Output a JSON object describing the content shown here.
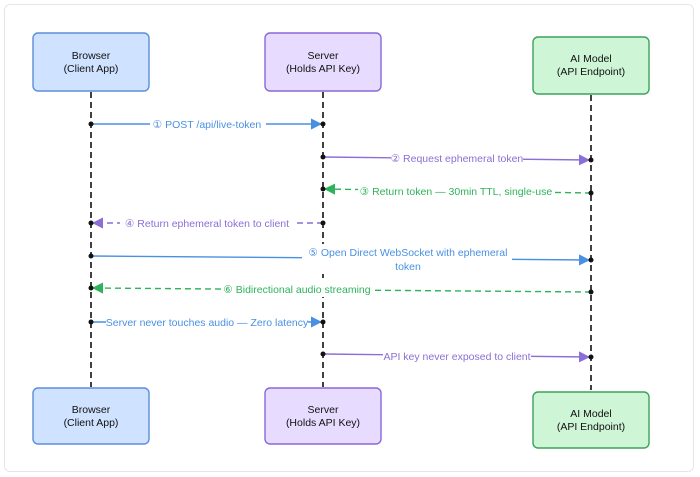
{
  "actors": [
    {
      "id": "browser",
      "line1": "Browser",
      "line2": "(Client App)",
      "fill": "#cfe2ff",
      "stroke": "#5b8fd9"
    },
    {
      "id": "server",
      "line1": "Server",
      "line2": "(Holds API Key)",
      "fill": "#e7dcff",
      "stroke": "#8b67d9"
    },
    {
      "id": "ai",
      "line1": "AI Model",
      "line2": "(API Endpoint)",
      "fill": "#cdf5d6",
      "stroke": "#3aa35a"
    }
  ],
  "colors": {
    "blue": "#4a90e2",
    "purple": "#8b6fd6",
    "green": "#2fb35a"
  },
  "messages": [
    {
      "id": "m1",
      "from": "browser",
      "to": "server",
      "label": [
        "① POST /api/live-token"
      ],
      "color": "blue",
      "dashed": false
    },
    {
      "id": "m2",
      "from": "server",
      "to": "ai",
      "label": [
        "② Request ephemeral token"
      ],
      "color": "purple",
      "dashed": false
    },
    {
      "id": "m3",
      "from": "ai",
      "to": "server",
      "label": [
        "③ Return token — 30min TTL, single-use"
      ],
      "color": "green",
      "dashed": true
    },
    {
      "id": "m4",
      "from": "server",
      "to": "browser",
      "label": [
        "④ Return ephemeral token to client"
      ],
      "color": "purple",
      "dashed": true
    },
    {
      "id": "m5",
      "from": "browser",
      "to": "ai",
      "label": [
        "⑤ Open Direct WebSocket with ephemeral",
        "token"
      ],
      "color": "blue",
      "dashed": false
    },
    {
      "id": "m6",
      "from": "ai",
      "to": "browser",
      "label": [
        "⑥ Bidirectional audio streaming"
      ],
      "color": "green",
      "dashed": true
    },
    {
      "id": "m7",
      "from": "browser",
      "to": "server",
      "label": [
        "Server never touches audio — Zero latency"
      ],
      "color": "blue",
      "dashed": false
    },
    {
      "id": "m8",
      "from": "server",
      "to": "ai",
      "label": [
        "API key never exposed to client"
      ],
      "color": "purple",
      "dashed": false
    }
  ]
}
